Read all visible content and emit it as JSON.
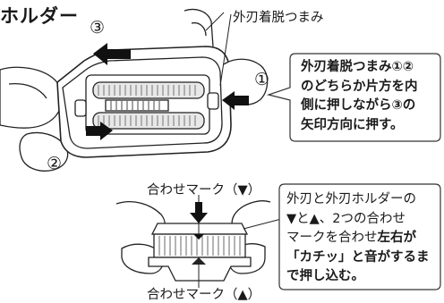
{
  "title": "ホルダー",
  "labels": {
    "release_knob": "外刃着脱つまみ",
    "mark_down": "合わせマーク（▼）",
    "mark_up": "合わせマーク（▲）"
  },
  "steps": {
    "s1": "①",
    "s2": "②",
    "s3": "③"
  },
  "callout_top": {
    "lines": [
      "外刃着脱つまみ①②",
      "のどちらか片方を内",
      "側に押しながら③の",
      "矢印方向に押す。"
    ]
  },
  "callout_bottom": {
    "line1": "外刃と外刃ホルダーの",
    "line2": "▼と▲、2つの合わせ",
    "line3_normal": "マークを合わせ",
    "line3_bold": "左右が",
    "line4": "「カチッ」と音がするま",
    "line5": "で押し込む。"
  }
}
